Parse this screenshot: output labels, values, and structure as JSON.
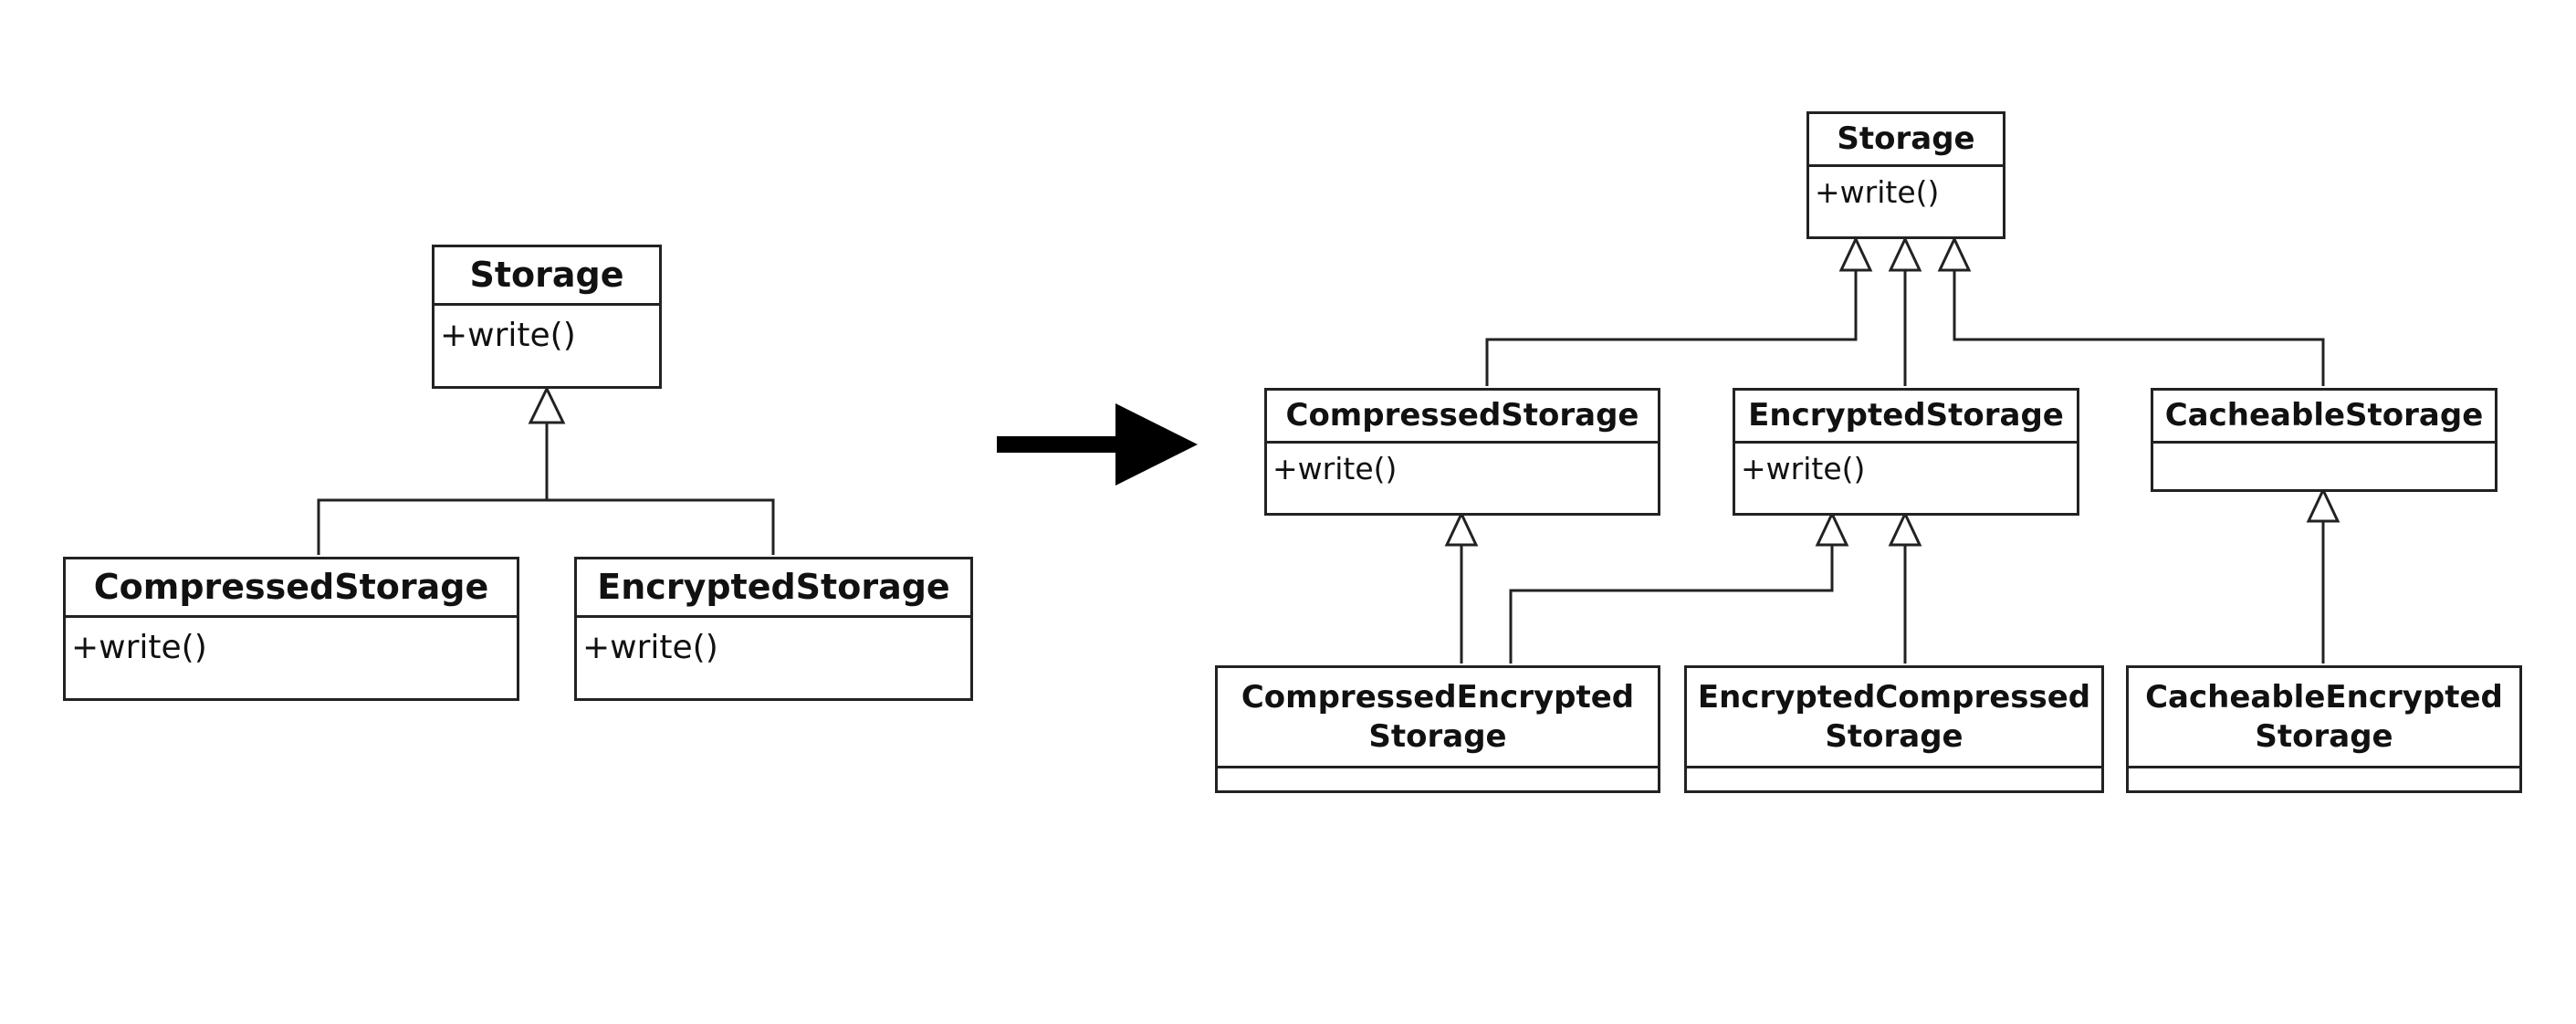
{
  "left_diagram": {
    "storage": {
      "name": "Storage",
      "op": "+write()"
    },
    "compressed": {
      "name": "CompressedStorage",
      "op": "+write()"
    },
    "encrypted": {
      "name": "EncryptedStorage",
      "op": "+write()"
    }
  },
  "right_diagram": {
    "storage": {
      "name": "Storage",
      "op": "+write()"
    },
    "compressed": {
      "name": "CompressedStorage",
      "op": "+write()"
    },
    "encrypted": {
      "name": "EncryptedStorage",
      "op": "+write()"
    },
    "cacheable": {
      "name": "CacheableStorage"
    },
    "compressed_encrypted": {
      "name_line1": "CompressedEncrypted",
      "name_line2": "Storage"
    },
    "encrypted_compressed": {
      "name_line1": "EncryptedCompressed",
      "name_line2": "Storage"
    },
    "cacheable_encrypted": {
      "name_line1": "CacheableEncrypted",
      "name_line2": "Storage"
    }
  },
  "colors": {
    "line": "#222222",
    "background": "#ffffff"
  }
}
